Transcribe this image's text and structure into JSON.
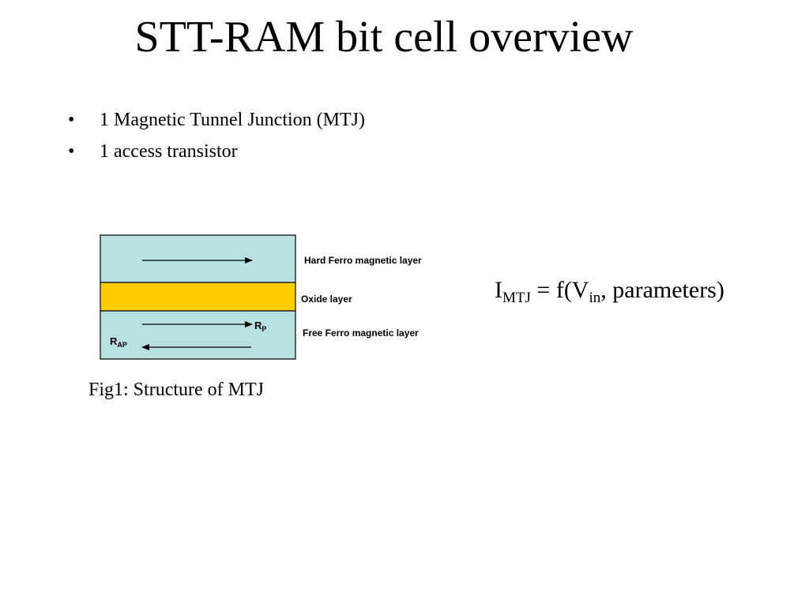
{
  "slide": {
    "title": "STT-RAM bit cell overview"
  },
  "bullets": {
    "marker": "•",
    "items": [
      {
        "text": "1 Magnetic Tunnel Junction (MTJ)"
      },
      {
        "text": "1 access transistor"
      }
    ]
  },
  "diagram": {
    "layers": {
      "hard": {
        "label": "Hard Ferro magnetic layer",
        "color": "#b7e1e2"
      },
      "oxide": {
        "label": "Oxide layer",
        "color": "#ffcc00"
      },
      "free": {
        "label": "Free Ferro magnetic layer",
        "color": "#b7e1e2"
      }
    },
    "rp": {
      "main": "R",
      "sub": "P"
    },
    "rap": {
      "main": "R",
      "sub": "AP"
    }
  },
  "formula": {
    "i": "I",
    "i_sub": "MTJ",
    "eq": " = f(V",
    "v_sub": "in",
    "rest": ", parameters)"
  },
  "caption": {
    "text": "Fig1: Structure of MTJ"
  }
}
